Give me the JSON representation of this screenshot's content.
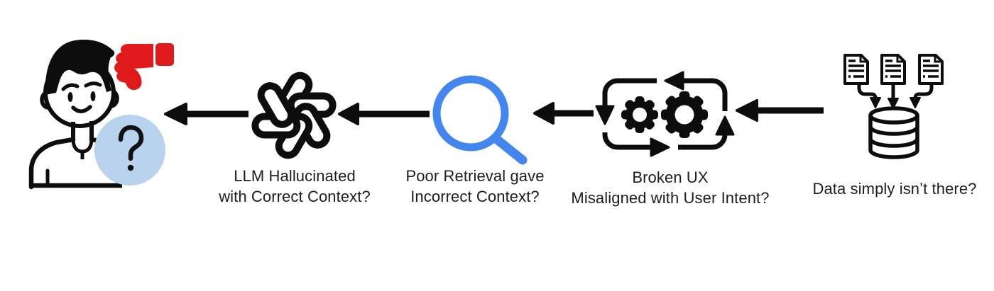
{
  "colors": {
    "background": "#ffffff",
    "icon_black": "#0d0d0d",
    "thumbs_down_red": "#e01a1a",
    "magnifier_blue": "#4486ef",
    "question_bubble_blue": "#b9d2ed",
    "text": "#1d1d1d"
  },
  "stages": [
    {
      "id": "unhappy-user",
      "icon": "user-thumbs-down-icon",
      "label_lines": []
    },
    {
      "id": "llm",
      "icon": "openai-logo-icon",
      "label_lines": [
        "LLM Hallucinated",
        "with Correct Context?"
      ]
    },
    {
      "id": "retrieval",
      "icon": "search-icon",
      "label_lines": [
        "Poor Retrieval gave",
        "Incorrect Context?"
      ]
    },
    {
      "id": "ux",
      "icon": "gears-cycle-icon",
      "label_lines": [
        "Broken UX",
        "Misaligned with User Intent?"
      ]
    },
    {
      "id": "data",
      "icon": "documents-database-icon",
      "label_lines": [
        "Data simply isn’t there?"
      ]
    }
  ]
}
